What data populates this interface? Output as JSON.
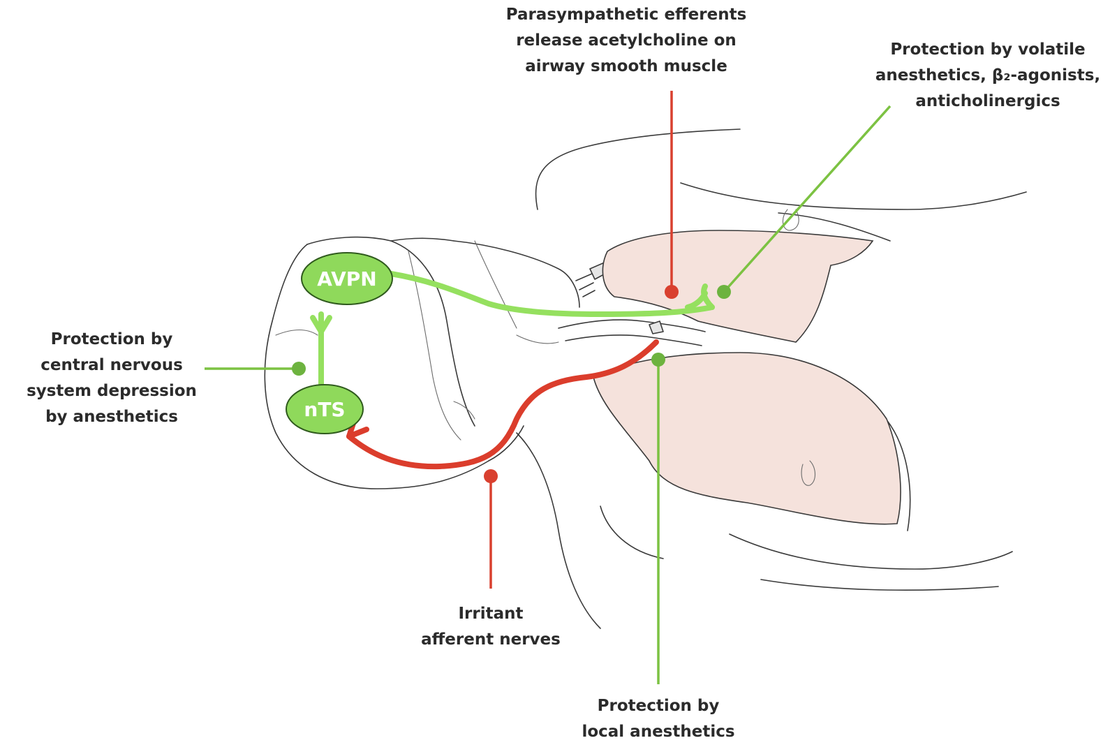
{
  "nodes": {
    "avpn": "AVPN",
    "nts": "nTS"
  },
  "labels": {
    "parasympathetic": [
      "Parasympathetic efferents",
      "release acetylcholine on",
      "airway smooth muscle"
    ],
    "volatile": [
      "Protection by volatile",
      "anesthetics, β₂-agonists,",
      "anticholinergics"
    ],
    "cns": [
      "Protection by",
      "central nervous",
      "system depression",
      "by anesthetics"
    ],
    "irritant": [
      "Irritant",
      "afferent nerves"
    ],
    "local": [
      "Protection by",
      "local anesthetics"
    ]
  },
  "colors": {
    "efferent_green": "#95e05f",
    "afferent_red": "#db3d2c",
    "lung_fill": "#f5e2dc",
    "node_fill": "#8fd95b"
  }
}
